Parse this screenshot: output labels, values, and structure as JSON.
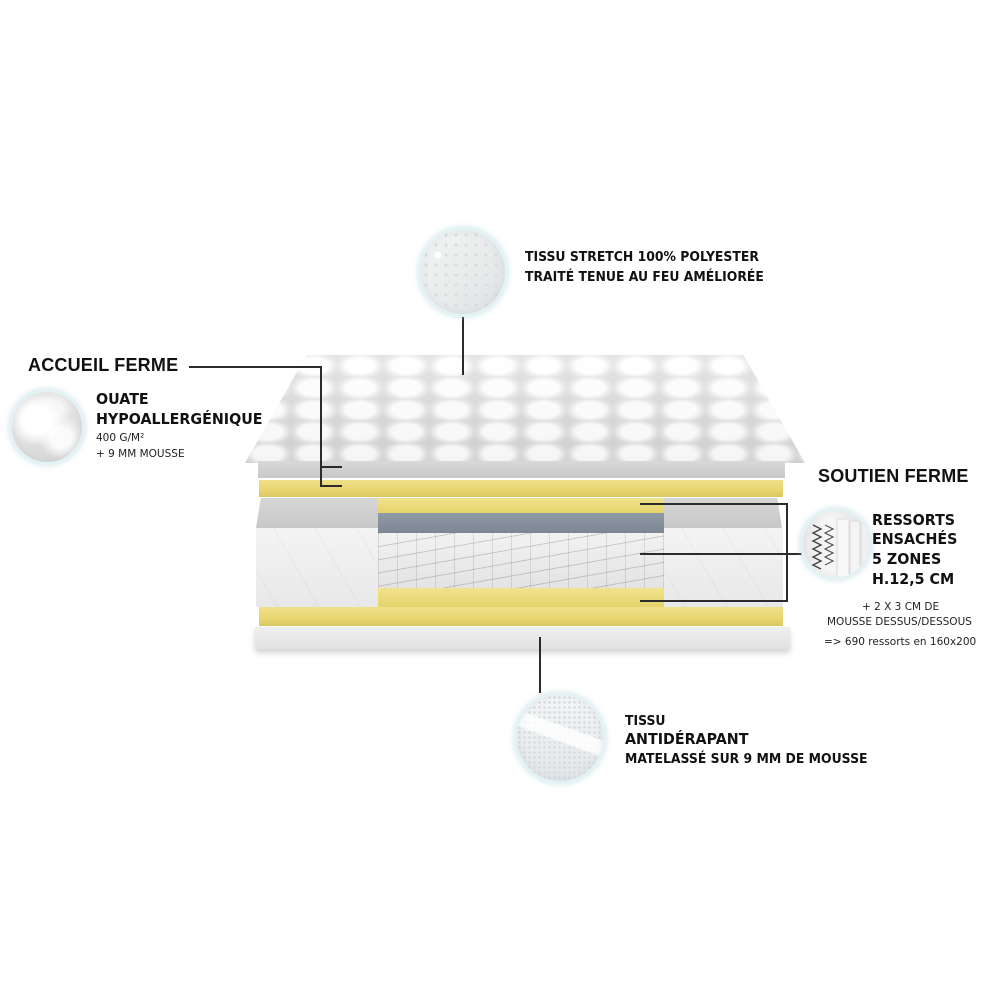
{
  "top_callout": {
    "icon": "fabric-texture-circle",
    "line1": "TISSU STRETCH 100% POLYESTER",
    "line2": "TRAITÉ TENUE AU FEU AMÉLIORÉE"
  },
  "left_callout": {
    "heading": "ACCUEIL FERME",
    "icon": "cotton-wadding-circle",
    "title1": "OUATE",
    "title2": "HYPOALLERGÉNIQUE",
    "detail1": "400 G/M²",
    "detail2": "+ 9 MM MOUSSE"
  },
  "right_callout": {
    "heading": "SOUTIEN FERME",
    "icon": "pocket-springs-circle",
    "title1": "RESSORTS",
    "title2": "ENSACHÉS",
    "title3": "5 ZONES",
    "title4": "H.12,5 CM",
    "detail1": "+ 2 X 3 CM DE",
    "detail2": "MOUSSE DESSUS/DESSOUS",
    "detail3": "=> 690 ressorts en 160x200"
  },
  "bottom_callout": {
    "icon": "non-slip-fabric-circle",
    "title1": "TISSU",
    "title2": "ANTIDÉRAPANT",
    "detail": "MATELASSÉ SUR 9 MM DE MOUSSE"
  },
  "colors": {
    "foam_yellow": "#e8d56e",
    "core_gray": "#848e9a",
    "layer_gray": "#cfcfcf",
    "circle_ring": "#e3f2f4",
    "text": "#111111"
  }
}
